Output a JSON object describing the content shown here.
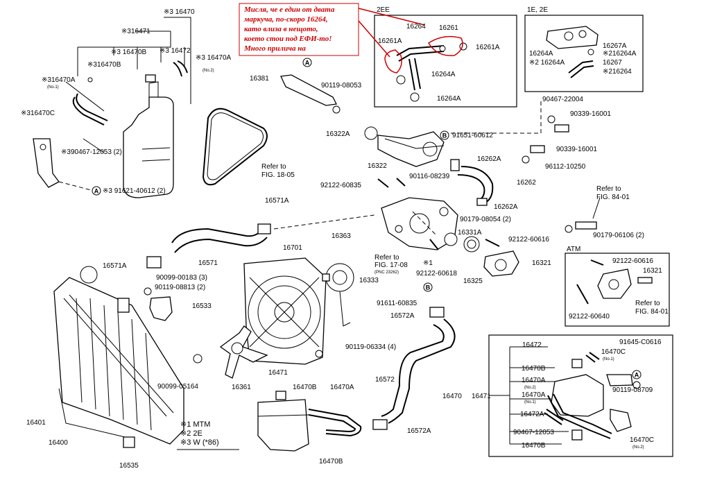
{
  "callout": {
    "lines": [
      "Мисля, че е един от двата",
      "маркуча, по-скоро 16264,",
      "като влиза в нещото,",
      "което стои под ЕФИ-то!",
      "Много прилича на"
    ]
  },
  "boxes": {
    "b2ee": "2EE",
    "b1e2e": "1E, 2E",
    "atm": "ATM"
  },
  "legend": {
    "l1": "※1 MTM",
    "l2": "※2 2E",
    "l3": "※3 W (*86)"
  },
  "labels": {
    "l16470top": "※3 16470",
    "l16471top": "※316471",
    "l16470B_a": "※3 16470B",
    "l16472_a": "※3 16472",
    "l16470A_a": "※3 16470A",
    "l16470A_a_no2": "(No.2)",
    "l16470B_b": "※316470B",
    "l16470A_b": "※316470A",
    "l16470A_b_no1": "(No.1)",
    "l16470C_a": "※316470C",
    "l90467a": "※390467-12053 (2)",
    "l91621": "※3 91621-40612 (2)",
    "l16381": "16381",
    "l90119_08053": "90119-08053",
    "refer1805_a": "Refer to",
    "refer1805_b": "FIG. 18-05",
    "l16322A": "16322A",
    "l91651": "91651-60612",
    "l16322": "16322",
    "l16262A_a": "16262A",
    "l90116": "90116-08239",
    "l92122_60835": "92122-60835",
    "l16262": "16262",
    "l16262A_b": "16262A",
    "l16571A_a": "16571A",
    "l90179_08054": "90179-08054 (2)",
    "l16331A": "16331A",
    "l92122_60616a": "92122-60616",
    "l16571": "16571",
    "l16701": "16701",
    "l16363": "16363",
    "l16571A_b": "16571A",
    "l90099_00183": "90099-00183 (3)",
    "l90119_08813": "90119-08813 (2)",
    "l16333": "16333",
    "refer1708_a": "Refer to",
    "refer1708_b": "FIG. 17-08",
    "refer1708_c": "(PNC 23262)",
    "l1x": "※1",
    "l92122_60618": "92122-60618",
    "l16325": "16325",
    "l16321": "16321",
    "l16533": "16533",
    "l91611": "91611-60835",
    "l16572A_a": "16572A",
    "l90119_06334": "90119-06334 (4)",
    "l90099_05164": "90099-05164",
    "l16361": "16361",
    "l16401": "16401",
    "l16400": "16400",
    "l16535": "16535",
    "l16471b": "16471",
    "l16470Bb": "16470B",
    "l16470Ab": "16470A",
    "l16572": "16572",
    "l16572A_b": "16572A",
    "l16470Bc": "16470B",
    "l16264": "16264",
    "l16261": "16261",
    "l16261A_a": "16261A",
    "l16261A_b": "16261A",
    "l16264A_a": "16264A",
    "l16264A_b": "16264A",
    "l16267A": "16267A",
    "l16264A_c": "16264A",
    "l216264A": "※216264A",
    "l2_16264A": "※2 16264A",
    "l16267": "16267",
    "l216264": "※216264",
    "l90467_22004": "90467-22004",
    "l90339_16001": "90339-16001",
    "l90339_16001b": "90339-16001",
    "l96112": "96112-10250",
    "refer8401_a": "Refer to",
    "refer8401_b": "FIG. 84-01",
    "l90179_06106": "90179-06106 (2)",
    "l92122_60616b": "92122-60616",
    "l16321b": "16321",
    "refer8401c": "Refer to",
    "refer8401d": "FIG. 84-01",
    "l92122_60640": "92122-60640",
    "l16472b": "16472",
    "l91645": "91645-C0616",
    "l16470Cb": "16470C",
    "l16470Cb_no1": "(No.1)",
    "l16470Bd": "16470B",
    "l16470Ac": "16470A",
    "l16470Ac_no2": "(No.2)",
    "l16470Ad": "16470A",
    "l16470Ad_no1": "(No.1)",
    "l16472Ab": "16472A",
    "l90467_12053b": "90467-12053",
    "l16470Be": "16470B",
    "l16470Cc": "16470C",
    "l16470Cc_no2": "(No.2)",
    "l90119_08709": "90119-08709",
    "l16470": "16470",
    "l16471c": "16471"
  },
  "markers": {
    "a": "A",
    "b": "B"
  }
}
